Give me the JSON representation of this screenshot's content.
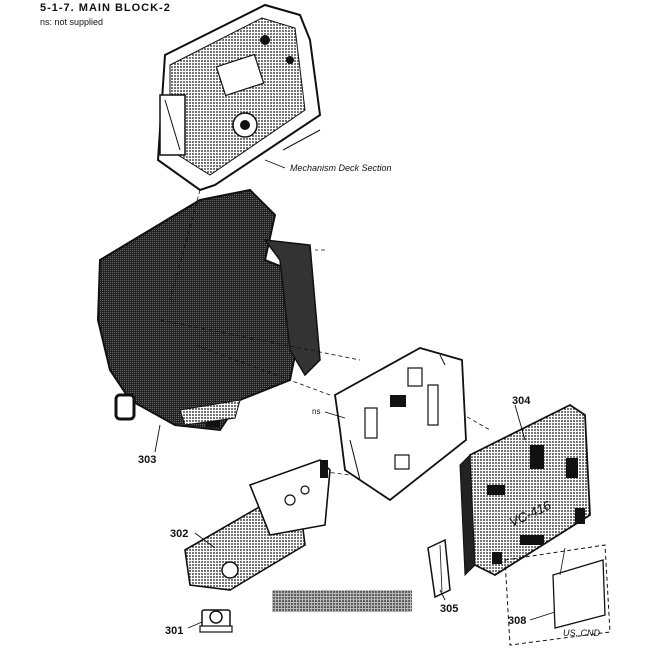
{
  "header": {
    "title": "5-1-7.  MAIN  BLOCK-2",
    "note": "ns: not supplied"
  },
  "labels": {
    "mechanism_deck": "Mechanism Deck Section",
    "ns": "ns",
    "part_301": "301",
    "part_302": "302",
    "part_303": "303",
    "part_304": "304",
    "part_305": "305",
    "part_308": "308",
    "board_marking": "VC-416",
    "region_note": "US, CND"
  },
  "colors": {
    "ink": "#111111",
    "background": "#ffffff"
  }
}
